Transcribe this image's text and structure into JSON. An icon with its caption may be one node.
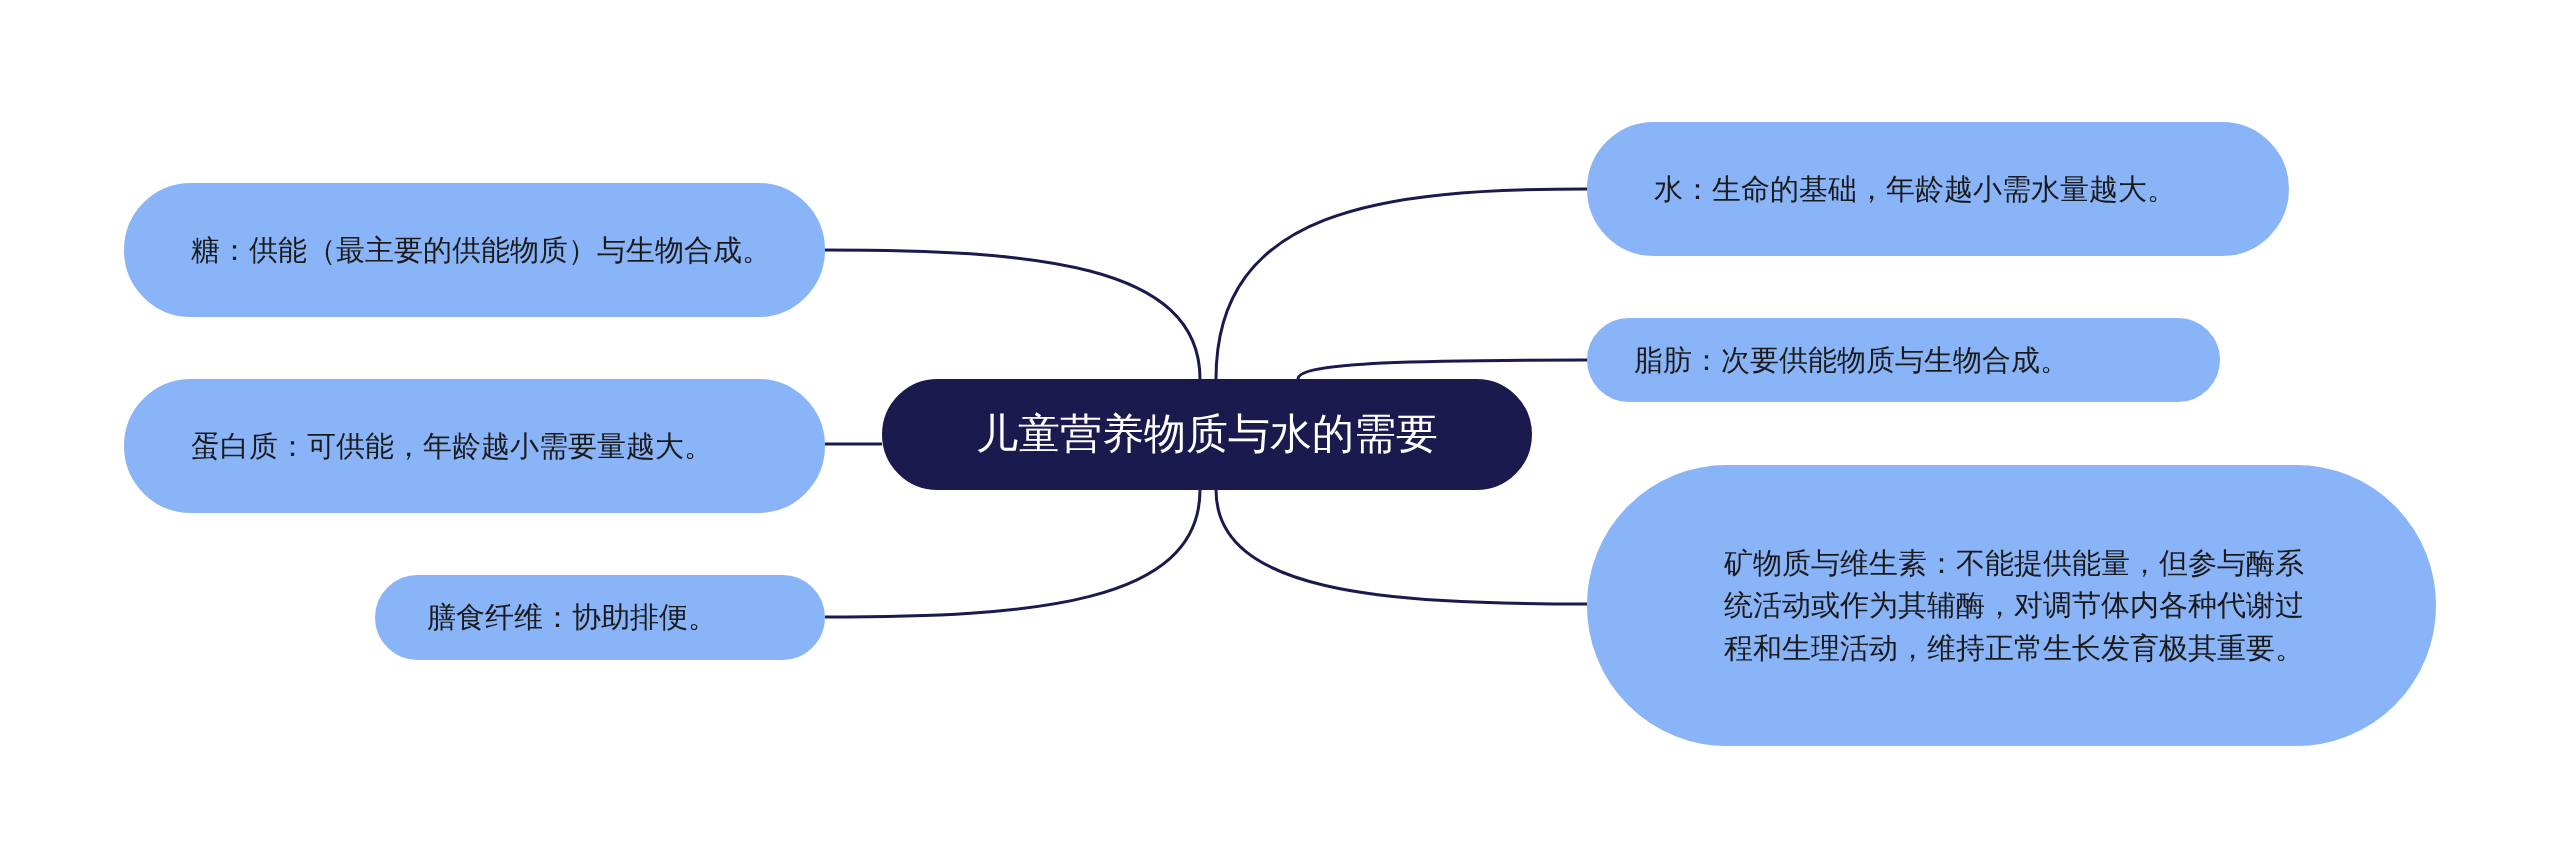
{
  "diagram": {
    "nodes": [
      {
        "text": [
          "儿童营养物质与水的需要"
        ]
      },
      {
        "text": [
          "糖：供能（最主要的供能物质）与生物合成。"
        ]
      },
      {
        "text": [
          "蛋白质：可供能，年龄越小需要量越大。"
        ]
      },
      {
        "text": [
          "膳食纤维：协助排便。"
        ]
      },
      {
        "text": [
          "水：生命的基础，年龄越小需水量越大。"
        ]
      },
      {
        "text": [
          "脂肪：次要供能物质与生物合成。"
        ]
      },
      {
        "text": [
          "矿物质与维生素：不能提供能量，但参与酶系统活动或作为其辅酶，对调节体内各种代谢过程和生理活动，维持正常生长发育极其重要。"
        ]
      }
    ],
    "edges": [
      {
        "from": 0,
        "to": 1,
        "arrow": "none"
      },
      {
        "from": 0,
        "to": 2,
        "arrow": "none"
      },
      {
        "from": 0,
        "to": 3,
        "arrow": "none"
      },
      {
        "from": 0,
        "to": 4,
        "arrow": "none"
      },
      {
        "from": 0,
        "to": 5,
        "arrow": "none"
      },
      {
        "from": 0,
        "to": 6,
        "arrow": "none"
      }
    ]
  }
}
